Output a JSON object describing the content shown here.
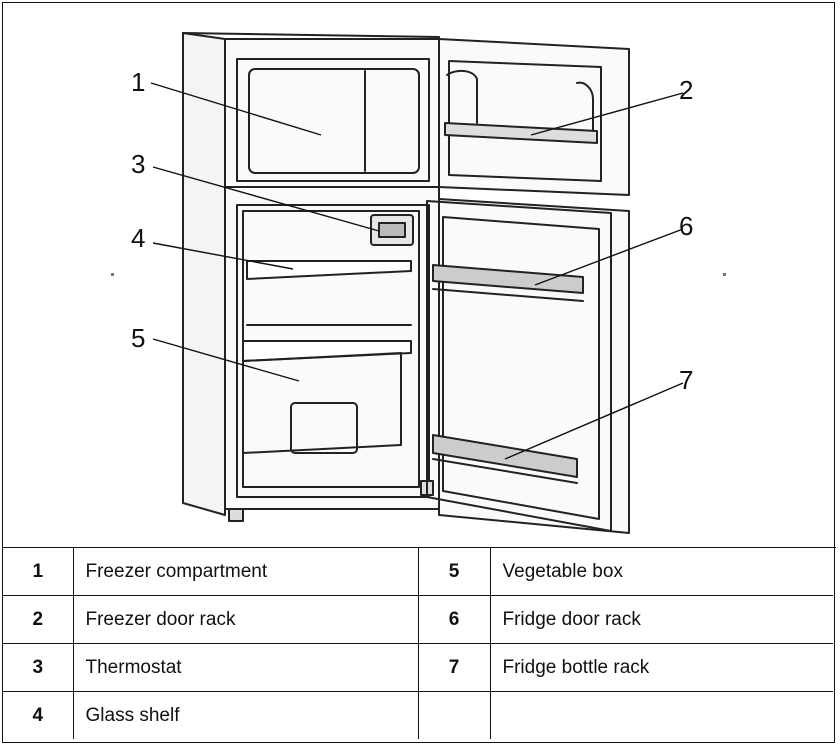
{
  "diagram": {
    "callouts": [
      "1",
      "2",
      "3",
      "4",
      "5",
      "6",
      "7"
    ]
  },
  "legend": {
    "rows": [
      {
        "left_num": "1",
        "left_label": "Freezer compartment",
        "right_num": "5",
        "right_label": "Vegetable box"
      },
      {
        "left_num": "2",
        "left_label": "Freezer door rack",
        "right_num": "6",
        "right_label": "Fridge door rack"
      },
      {
        "left_num": "3",
        "left_label": "Thermostat",
        "right_num": "7",
        "right_label": "Fridge bottle rack"
      },
      {
        "left_num": "4",
        "left_label": "Glass shelf",
        "right_num": "",
        "right_label": ""
      }
    ]
  }
}
